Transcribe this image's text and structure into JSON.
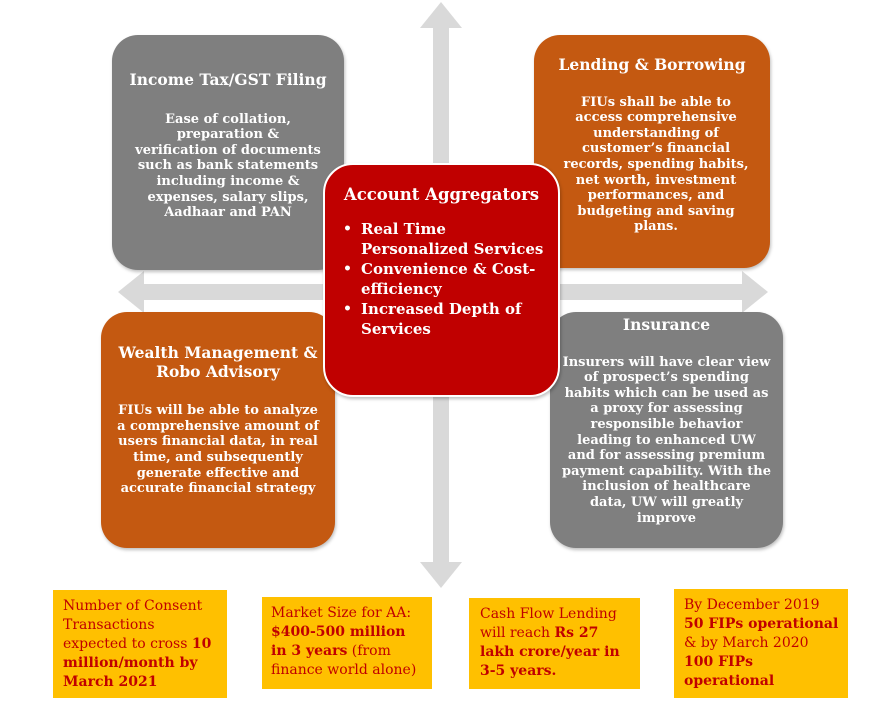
{
  "center": {
    "title": "Account Aggregators",
    "items": [
      "Real Time Personalized Services",
      "Convenience & Cost-efficiency",
      "Increased Depth of Services"
    ]
  },
  "quadrants": {
    "income_tax": {
      "title": "Income Tax/GST Filing",
      "body": "Ease of collation, preparation & verification of documents such as bank statements including income & expenses, salary slips, Aadhaar and PAN"
    },
    "lending": {
      "title": "Lending & Borrowing",
      "body": "FIUs shall be able to access comprehensive understanding of customer’s financial records, spending habits, net worth, investment performances, and budgeting and saving plans."
    },
    "wealth": {
      "title": "Wealth Management & Robo Advisory",
      "body": "FIUs will be able to analyze a comprehensive amount of users financial data, in real time, and subsequently generate effective and accurate financial strategy"
    },
    "insurance": {
      "title": "Insurance",
      "body": "Insurers will have clear view of prospect’s spending habits which can be used as a proxy for assessing responsible behavior leading to enhanced UW and for assessing premium payment capability. With the inclusion of healthcare data, UW will greatly improve"
    }
  },
  "notes": {
    "consent": {
      "text": "Number of Consent Transactions expected to cross ",
      "bold": "10 million/month by March 2021"
    },
    "market": {
      "text": "Market Size for AA: ",
      "bold": "$400-500 million in 3 years",
      "text_after": " (from finance world alone)"
    },
    "cashflow": {
      "text": "Cash Flow Lending will reach ",
      "bold": "Rs 27 lakh crore/year in 3-5 years."
    },
    "fips": {
      "text1": "By December 2019 ",
      "bold1": "50 FIPs operational",
      "text2": " & by March 2020 ",
      "bold2": "100 FIPs operational"
    }
  },
  "colors": {
    "grey_box": "#7f7f7f",
    "orange_box": "#c45911",
    "center_box": "#c00000",
    "note_bg": "#ffc000",
    "note_text": "#c00000",
    "arrow": "#d9d9d9"
  }
}
